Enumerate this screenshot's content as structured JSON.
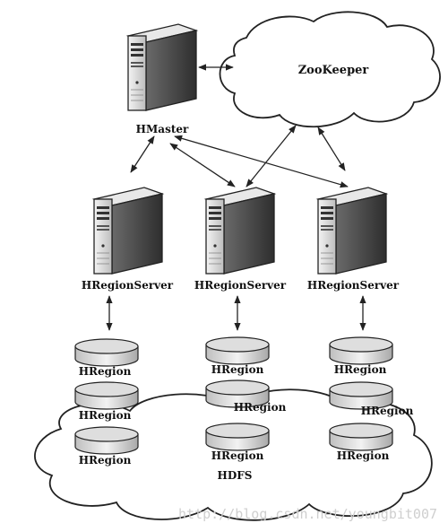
{
  "nodes": {
    "zookeeper": "ZooKeeper",
    "hdfs": "HDFS",
    "hmaster": "HMaster",
    "hregionservers": [
      "HRegionServer",
      "HRegionServer",
      "HRegionServer"
    ],
    "hregions": [
      [
        "HRegion",
        "HRegion",
        "HRegion"
      ],
      [
        "HRegion",
        "HRegion",
        "HRegion"
      ],
      [
        "HRegion",
        "HRegion",
        "HRegion"
      ]
    ]
  },
  "watermark": "http://blog.csdn.net/youngbit007"
}
